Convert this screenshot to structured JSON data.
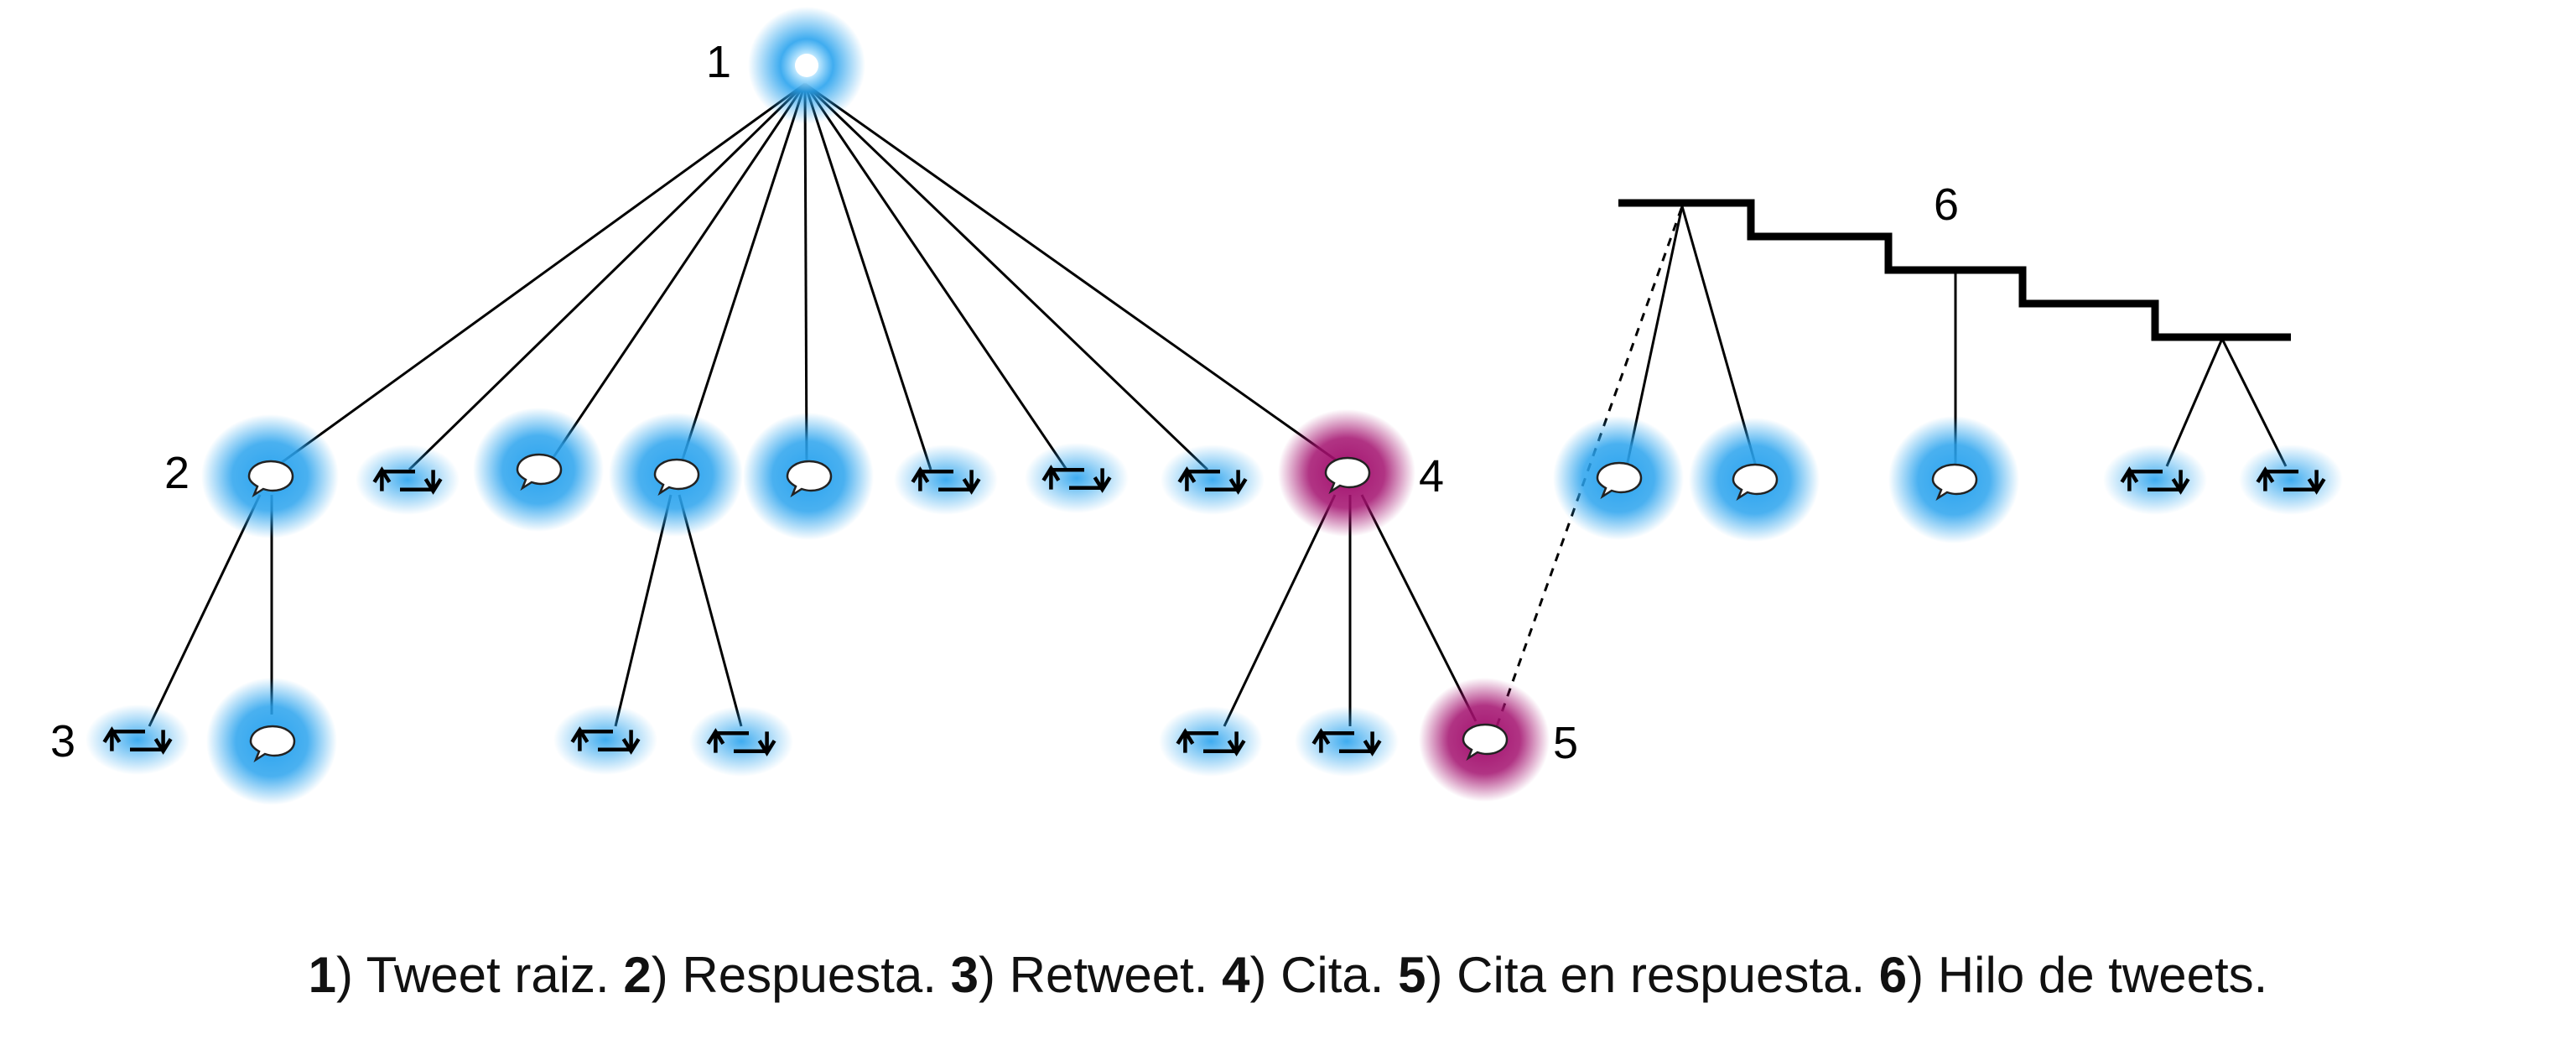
{
  "labels": {
    "root": "1",
    "reply": "2",
    "retweet": "3",
    "quote": "4",
    "quote_reply": "5",
    "thread": "6"
  },
  "caption": [
    {
      "num": "1",
      "text": ") Tweet raiz. "
    },
    {
      "num": "2",
      "text": ") Respuesta. "
    },
    {
      "num": "3",
      "text": ") Retweet. "
    },
    {
      "num": "4",
      "text": ") Cita. "
    },
    {
      "num": "5",
      "text": ") Cita en respuesta. "
    },
    {
      "num": "6",
      "text": ") Hilo de tweets."
    }
  ],
  "colors": {
    "tweet_glow": "#2aa3ee",
    "quote_glow": "#a3106e",
    "line": "#000000"
  },
  "icons": {
    "reply": "speech-bubble-icon",
    "retweet": "retweet-icon",
    "root": "root-dot-icon"
  }
}
